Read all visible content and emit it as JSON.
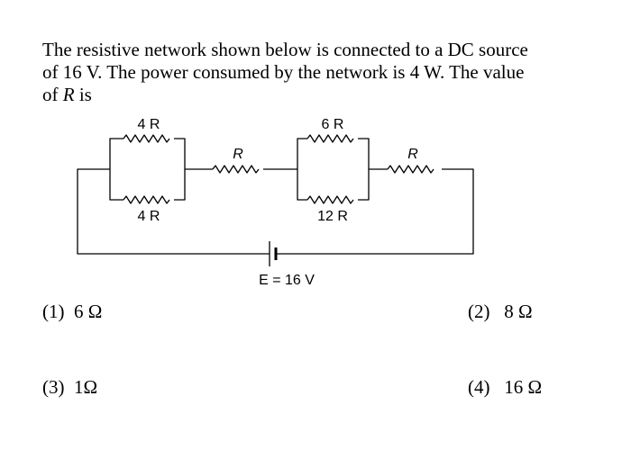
{
  "question": {
    "line1": "The resistive network shown below is connected to a DC source",
    "line2": "of 16 V. The power consumed by the network is 4 W. The value",
    "line3_prefix": "of ",
    "line3_var": "R",
    "line3_suffix": " is"
  },
  "circuit": {
    "labels": {
      "top_left": "4 R",
      "bottom_left": "4 R",
      "middle_series": "R",
      "top_right": "6 R",
      "bottom_right": "12 R",
      "right_series": "R",
      "source": "E = 16 V"
    }
  },
  "options": [
    {
      "number": "(1)",
      "value": "6 Ω"
    },
    {
      "number": "(2)",
      "value": "8 Ω"
    },
    {
      "number": "(3)",
      "value": "1Ω"
    },
    {
      "number": "(4)",
      "value": "16 Ω"
    }
  ]
}
